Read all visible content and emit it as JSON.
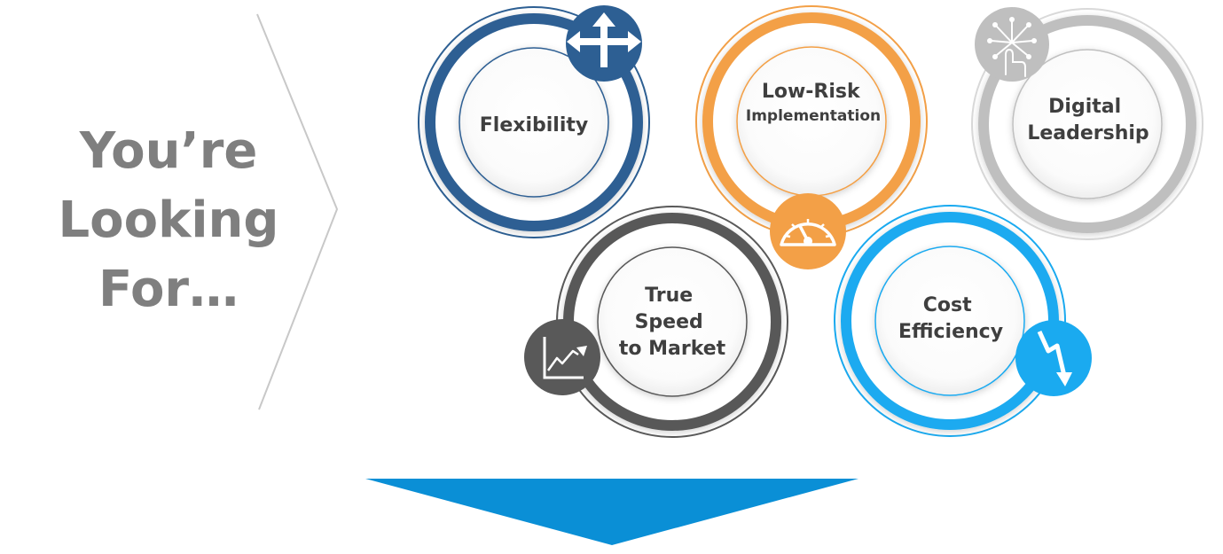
{
  "heading": {
    "lines": [
      "You’re",
      "Looking",
      "For…"
    ]
  },
  "colors": {
    "heading_text": "#7f7f7f",
    "chevron_line": "#c8c8c8",
    "arrow": "#0a8fd6",
    "flexibility": "#2d5f93",
    "low_risk": "#f3a047",
    "digital": "#bfbfbf",
    "speed": "#595959",
    "cost": "#1aaaf0",
    "label_text": "#3f3f3f"
  },
  "circles": {
    "flexibility": {
      "label": [
        "Flexibility"
      ],
      "icon": "four-way-arrows-icon"
    },
    "low_risk": {
      "label": [
        "Low-Risk",
        "Implementation"
      ],
      "icon": "speedometer-icon"
    },
    "digital": {
      "label": [
        "Digital",
        "Leadership"
      ],
      "icon": "digital-hand-icon"
    },
    "speed": {
      "label": [
        "True",
        "Speed",
        "to Market"
      ],
      "icon": "rising-chart-icon"
    },
    "cost": {
      "label": [
        "Cost",
        "Efficiency"
      ],
      "icon": "falling-arrow-icon"
    }
  }
}
